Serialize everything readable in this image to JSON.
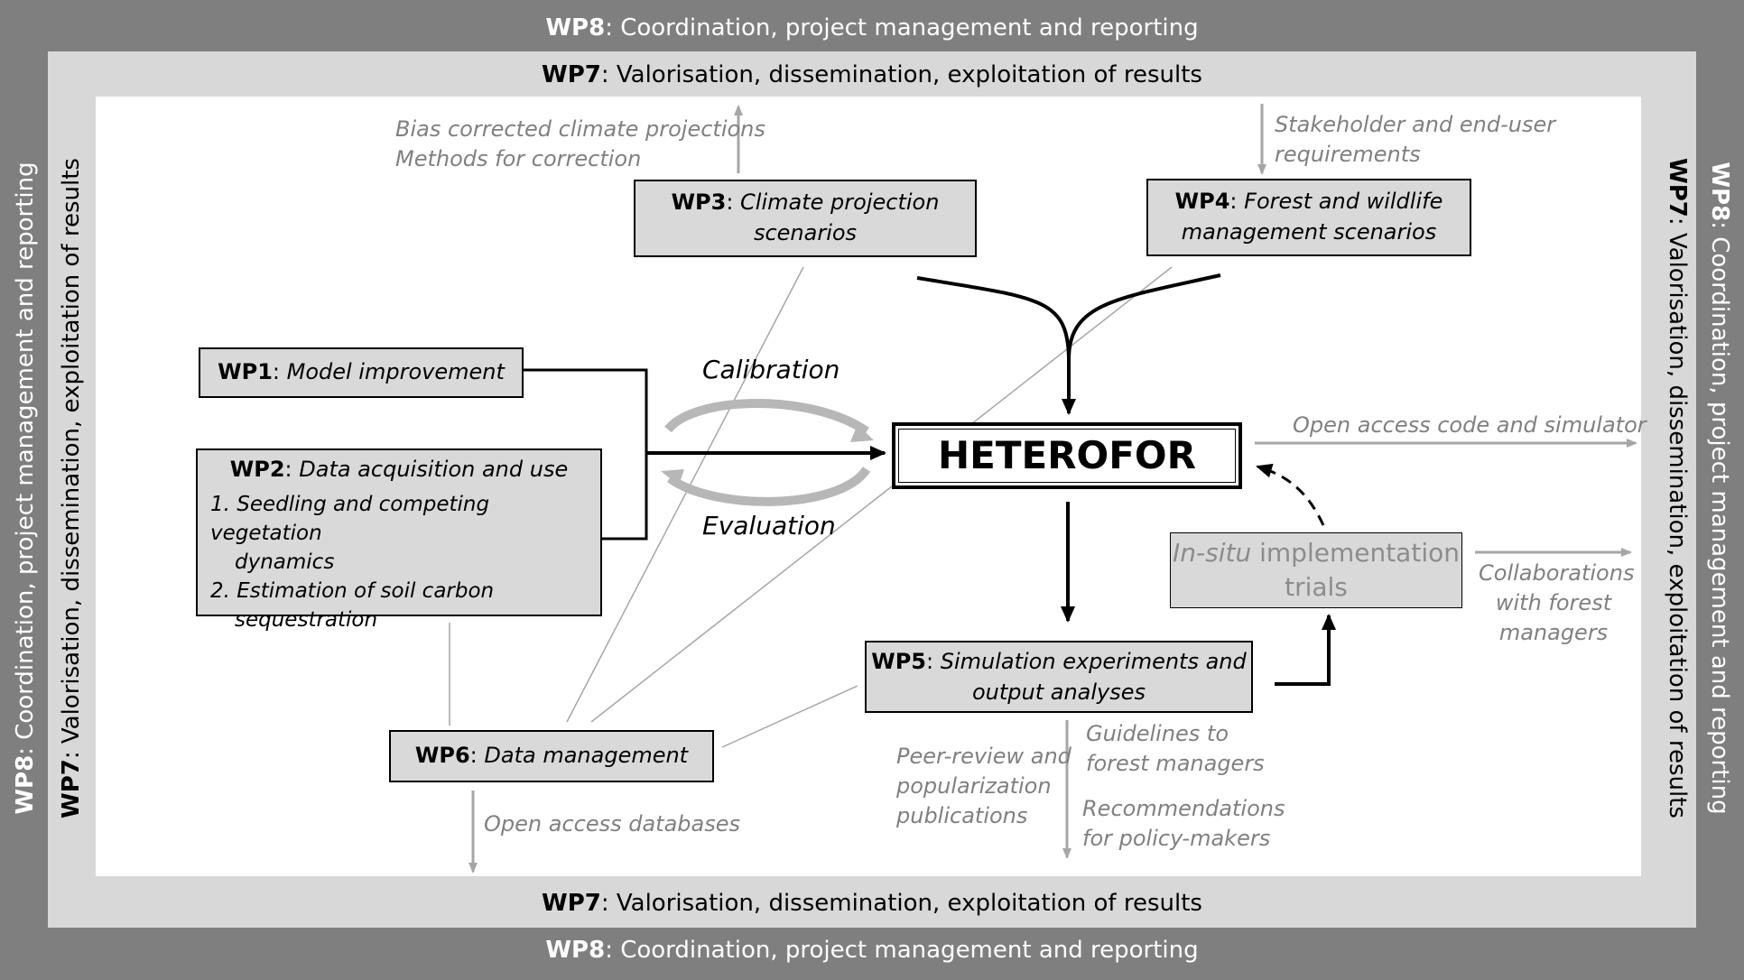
{
  "wp8": {
    "code": "WP8",
    "text": ": Coordination, project management and reporting"
  },
  "wp7": {
    "code": "WP7",
    "text": ": Valorisation, dissemination, exploitation of results"
  },
  "wp1": {
    "code": "WP1",
    "text": "Model improvement"
  },
  "wp2": {
    "code": "WP2",
    "text": "Data acquisition and use",
    "items": [
      "1. Seedling and competing vegetation",
      "dynamics",
      "2. Estimation of soil carbon",
      "sequestration"
    ]
  },
  "wp3": {
    "code": "WP3",
    "text": "Climate projection",
    "text2": "scenarios"
  },
  "wp4": {
    "code": "WP4",
    "text": "Forest and wildlife",
    "text2": "management scenarios"
  },
  "wp5": {
    "code": "WP5",
    "text": "Simulation experiments and",
    "text2": "output analyses"
  },
  "wp6": {
    "code": "WP6",
    "text": "Data management"
  },
  "center": "HETEROFOR",
  "insitu": {
    "italic": "In-situ",
    "text": " implementation",
    "text2": "trials"
  },
  "labels": {
    "calibration": "Calibration",
    "evaluation": "Evaluation",
    "bias1": "Bias corrected climate projections",
    "bias2": "Methods for correction",
    "stake1": "Stakeholder and end-user",
    "stake2": "requirements",
    "open_code": "Open access code and simulator",
    "collab1": "Collaborations",
    "collab2": "with forest",
    "collab3": "managers",
    "peer1": "Peer-review and",
    "peer2": "popularization",
    "peer3": "publications",
    "guide1": "Guidelines to",
    "guide2": "forest managers",
    "rec1": "Recommendations",
    "rec2": "for policy-makers",
    "open_db": "Open access databases"
  }
}
